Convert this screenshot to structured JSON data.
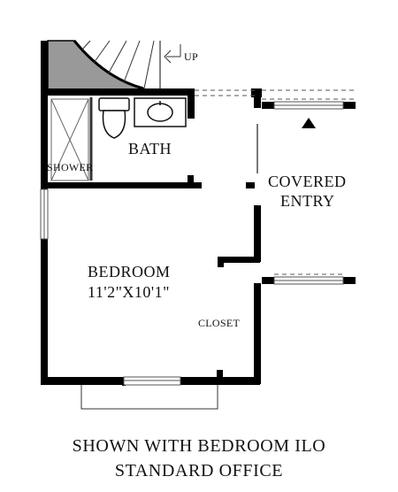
{
  "plan": {
    "rooms": {
      "bath": "BATH",
      "shower": "SHOWER",
      "covered_entry_line1": "COVERED",
      "covered_entry_line2": "ENTRY",
      "bedroom": "BEDROOM",
      "bedroom_dims": "11'2\"X10'1\"",
      "closet": "CLOSET"
    },
    "stair": {
      "direction_label": "UP"
    },
    "colors": {
      "wall": "#000000",
      "stair_fill": "#999999",
      "line": "#555555"
    }
  },
  "caption": {
    "line1": "SHOWN WITH BEDROOM ILO",
    "line2": "STANDARD OFFICE"
  }
}
